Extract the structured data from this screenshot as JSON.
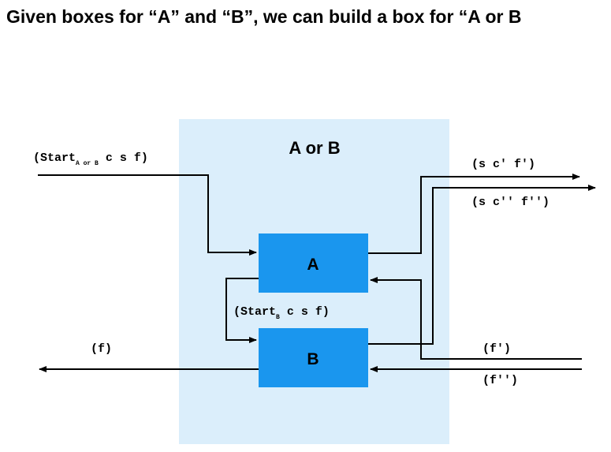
{
  "title": "Given boxes for “A” and “B”, we can build a box for “A or B",
  "diagram": {
    "outer_box_label": "A or B",
    "box_a_label": "A",
    "box_b_label": "B",
    "input_start": {
      "prefix": "(Start",
      "subscript": "A or B",
      "suffix": " c s f)"
    },
    "start_b": {
      "prefix": "(Start",
      "subscript": "B",
      "suffix": " c s f)"
    },
    "out_success_a": "(s c′ f′)",
    "out_success_b": "(s c′′ f′′)",
    "fail_out": "(f)",
    "fail_in_a": "(f′)",
    "fail_in_b": "(f′′)"
  },
  "colors": {
    "outer_box": "#dbeefb",
    "inner_box": "#1a96ee",
    "line": "#000000"
  }
}
